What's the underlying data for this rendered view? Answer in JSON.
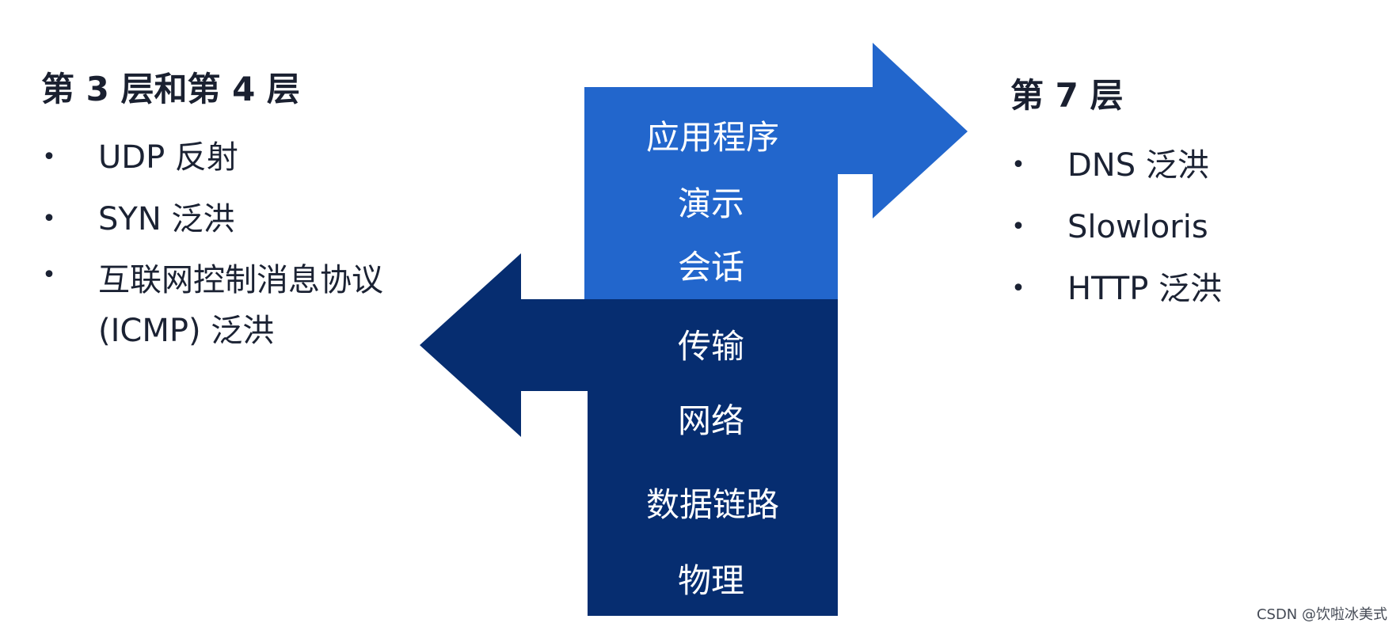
{
  "left_panel": {
    "heading": "第 3 层和第 4 层",
    "items": [
      "UDP 反射",
      "SYN 泛洪",
      "互联网控制消息协议 (ICMP) 泛洪"
    ]
  },
  "right_panel": {
    "heading": "第 7 层",
    "items": [
      "DNS 泛洪",
      "Slowloris",
      "HTTP 泛洪"
    ]
  },
  "bullet_symbol": "•",
  "layers": {
    "upper": [
      "应用程序",
      "演示",
      "会话"
    ],
    "lower": [
      "传输",
      "网络",
      "数据链路",
      "物理"
    ]
  },
  "colors": {
    "upper_arrow": "#2266cc",
    "lower_arrow": "#062d70",
    "text_dark": "#1b2233"
  },
  "watermark": "CSDN @饮啦冰美式"
}
